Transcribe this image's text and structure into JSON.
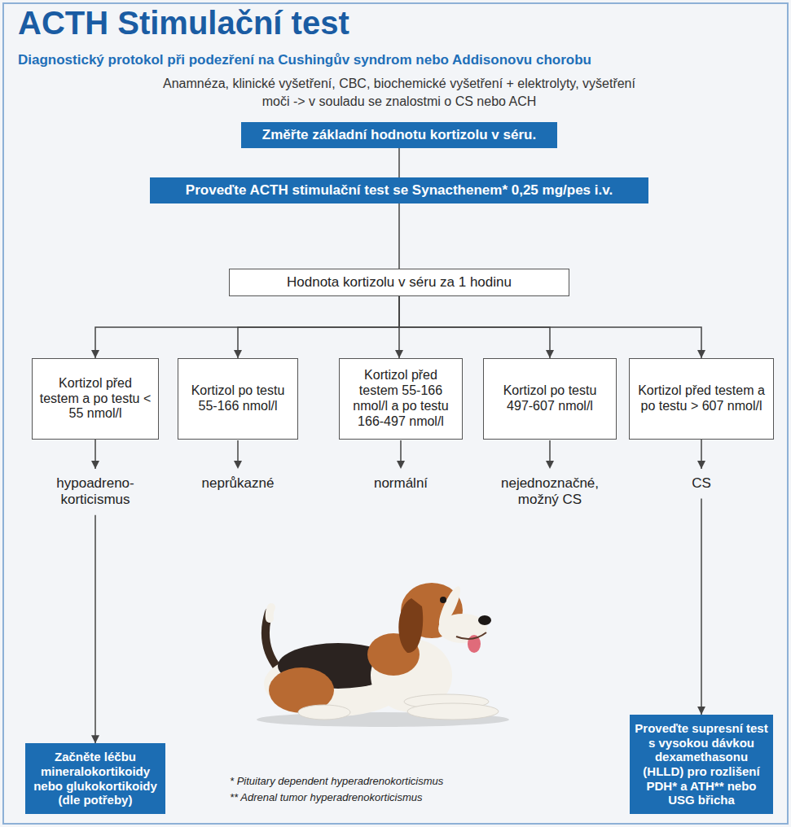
{
  "diagram": {
    "title": "ACTH Stimulační test",
    "nodes": [
      {
        "text": [
          "Změřte základní hodnotu kortizolu v séru."
        ]
      },
      {
        "text": [
          "Proveďte ACTH stimulační test se Synacthenem* 0,25 mg/pes i.v."
        ]
      },
      {
        "text": [
          "Hodnota kortizolu v séru za 1 hodinu"
        ]
      },
      {
        "text": [
          "Kortizol před testem a po testu < 55 nmol/l"
        ]
      },
      {
        "text": [
          "Kortizol po testu 55-166 nmol/l"
        ]
      },
      {
        "text": [
          "Kortizol před testem 55-166 nmol/l a po testu 166-497 nmol/l"
        ]
      },
      {
        "text": [
          "Kortizol po testu 497-607 nmol/l"
        ]
      },
      {
        "text": [
          "Kortizol před testem a po testu > 607 nmol/l"
        ]
      },
      {
        "text": [
          "Začněte léčbu mineralokortikoidy nebo glukokortikoidy (dle potřeby)"
        ]
      },
      {
        "text": [
          "Proveďte supresní test s vysokou dávkou dexamethasonu (HLLD) pro rozlišení PDH* a ATH** nebo USG břicha"
        ]
      }
    ],
    "edges": [
      {
        "from": 0,
        "to": 1,
        "arrow": "none"
      },
      {
        "from": 1,
        "to": 2,
        "arrow": "none"
      },
      {
        "from": 2,
        "to": 3,
        "arrow": "to"
      },
      {
        "from": 2,
        "to": 4,
        "arrow": "to"
      },
      {
        "from": 2,
        "to": 5,
        "arrow": "to"
      },
      {
        "from": 2,
        "to": 6,
        "arrow": "to"
      },
      {
        "from": 2,
        "to": 7,
        "arrow": "to"
      },
      {
        "from": 3,
        "to": 8,
        "label": "hypoadreno-korticismus",
        "arrow": "to"
      },
      {
        "from": 7,
        "to": 9,
        "label": "CS",
        "arrow": "to"
      }
    ],
    "labels": [
      "Diagnostický protokol při podezření na Cushingův syndrom nebo Addisonovu chorobu",
      "Anamnéza, klinické vyšetření, CBC, biochemické vyšetření + elektrolyty, vyšetření moči -> v souladu se znalostmi o CS nebo ACH",
      "neprůkazné",
      "normální",
      "nejednoznačné, možný CS",
      "* Pituitary dependent hyperadrenokorticismus",
      "** Adrenal tumor hyperadrenokorticismus"
    ]
  }
}
